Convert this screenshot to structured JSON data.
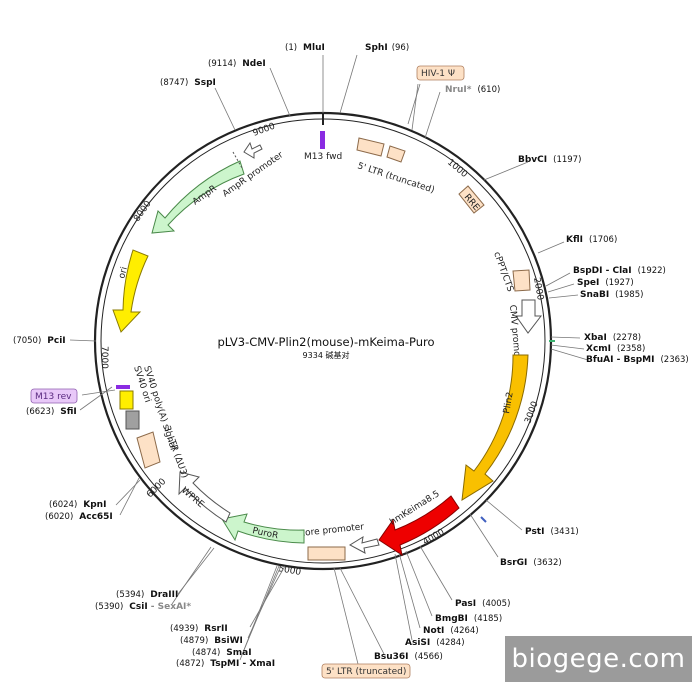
{
  "plasmid": {
    "name": "pLV3-CMV-Plin2(mouse)-mKeima-Puro",
    "size_label": "9334 碱基对",
    "total_bp": 9334
  },
  "ticks": [
    {
      "bp": 1000,
      "label": "1000"
    },
    {
      "bp": 2000,
      "label": "2000"
    },
    {
      "bp": 3000,
      "label": "3000"
    },
    {
      "bp": 4000,
      "label": "4000"
    },
    {
      "bp": 5000,
      "label": "5000"
    },
    {
      "bp": 6000,
      "label": "6000"
    },
    {
      "bp": 7000,
      "label": "7000"
    },
    {
      "bp": 8000,
      "label": "8000"
    },
    {
      "bp": 9000,
      "label": "9000"
    }
  ],
  "sites": [
    {
      "id": "mlui",
      "pos_label": "(1)",
      "name": "MluI",
      "bp": 1
    },
    {
      "id": "sphi",
      "pos_label": "(96)",
      "name": "SphI",
      "bp": 96
    },
    {
      "id": "ndei",
      "pos_label": "(9114)",
      "name": "NdeI",
      "bp": 9114
    },
    {
      "id": "sspi",
      "pos_label": "(8747)",
      "name": "SspI",
      "bp": 8747
    },
    {
      "id": "nrui",
      "pos_label": "(610)",
      "name": "NruI*",
      "bp": 610
    },
    {
      "id": "bbvci",
      "pos_label": "(1197)",
      "name": "BbvCI",
      "bp": 1197
    },
    {
      "id": "kfli",
      "pos_label": "(1706)",
      "name": "KflI",
      "bp": 1706
    },
    {
      "id": "bspdi",
      "pos_label": "(1922)",
      "name": "BspDI - ClaI",
      "bp": 1922
    },
    {
      "id": "spei",
      "pos_label": "(1927)",
      "name": "SpeI",
      "bp": 1927
    },
    {
      "id": "snabi",
      "pos_label": "(1985)",
      "name": "SnaBI",
      "bp": 1985
    },
    {
      "id": "xbai",
      "pos_label": "(2278)",
      "name": "XbaI",
      "bp": 2278
    },
    {
      "id": "xcmi",
      "pos_label": "(2358)",
      "name": "XcmI",
      "bp": 2358
    },
    {
      "id": "bfuai",
      "pos_label": "(2363)",
      "name": "BfuAI - BspMI",
      "bp": 2363
    },
    {
      "id": "psti",
      "pos_label": "(3431)",
      "name": "PstI",
      "bp": 3431
    },
    {
      "id": "bsrgi",
      "pos_label": "(3632)",
      "name": "BsrGI",
      "bp": 3632
    },
    {
      "id": "pasi",
      "pos_label": "(4005)",
      "name": "PasI",
      "bp": 4005
    },
    {
      "id": "bmgbi",
      "pos_label": "(4185)",
      "name": "BmgBI",
      "bp": 4185
    },
    {
      "id": "noti",
      "pos_label": "(4264)",
      "name": "NotI",
      "bp": 4264
    },
    {
      "id": "asisi",
      "pos_label": "(4284)",
      "name": "AsiSI",
      "bp": 4284
    },
    {
      "id": "bsu36i",
      "pos_label": "(4566)",
      "name": "Bsu36I",
      "bp": 4566
    },
    {
      "id": "rsrii",
      "pos_label": "(4939)",
      "name": "RsrII",
      "bp": 4939
    },
    {
      "id": "bsiwi",
      "pos_label": "(4879)",
      "name": "BsiWI",
      "bp": 4879
    },
    {
      "id": "smai",
      "pos_label": "(4874)",
      "name": "SmaI",
      "bp": 4874
    },
    {
      "id": "tspmi",
      "pos_label": "(4872)",
      "name": "TspMI - XmaI",
      "bp": 4872
    },
    {
      "id": "draiii",
      "pos_label": "(5394)",
      "name": "DraIII",
      "bp": 5394
    },
    {
      "id": "csii",
      "pos_label": "(5390)",
      "name": "CsiI",
      "extra": " - SexAI*",
      "bp": 5390
    },
    {
      "id": "kpni",
      "pos_label": "(6024)",
      "name": "KpnI",
      "bp": 6024
    },
    {
      "id": "acc65i",
      "pos_label": "(6020)",
      "name": "Acc65I",
      "bp": 6020
    },
    {
      "id": "sfii",
      "pos_label": "(6623)",
      "name": "SfiI",
      "bp": 6623
    },
    {
      "id": "pcii",
      "pos_label": "(7050)",
      "name": "PciI",
      "bp": 7050
    }
  ],
  "features": [
    {
      "id": "m13fwd",
      "label": "M13 fwd"
    },
    {
      "id": "ltr5",
      "label": "5' LTR (truncated)"
    },
    {
      "id": "rre",
      "label": "RRE"
    },
    {
      "id": "cppt",
      "label": "cPPT/CTS"
    },
    {
      "id": "cmv",
      "label": "CMV promoter"
    },
    {
      "id": "plin2",
      "label": "Plin2"
    },
    {
      "id": "hmkeima",
      "label": "hmKeima8.5"
    },
    {
      "id": "ef1a",
      "label": "EF-1α core promoter"
    },
    {
      "id": "puror",
      "label": "PuroR"
    },
    {
      "id": "wpre",
      "label": "WPRE"
    },
    {
      "id": "ltr3",
      "label": "3' LTR (ΔU3)"
    },
    {
      "id": "sv40polya",
      "label": "SV40 poly(A) signal"
    },
    {
      "id": "sv40ori",
      "label": "SV40 ori"
    },
    {
      "id": "ori",
      "label": "ori"
    },
    {
      "id": "ampr",
      "label": "AmpR"
    },
    {
      "id": "amprprom",
      "label": "AmpR promoter"
    }
  ],
  "callouts": {
    "hiv": "HIV-1 Ψ",
    "m13rev": "M13 rev",
    "ltr5_bottom": "5' LTR (truncated)"
  },
  "colors": {
    "ampr": "#ccf5cc",
    "ori": "#ffee00",
    "plin2": "#f9c000",
    "hmkeima": "#ee0000",
    "puror": "#ccf5cc",
    "ltr": "#fde1c6",
    "primer": "#8a2be2",
    "primer_box": "#e8c8f8",
    "sv40ori": "#a0a0a0"
  },
  "watermark": "biogege.com"
}
